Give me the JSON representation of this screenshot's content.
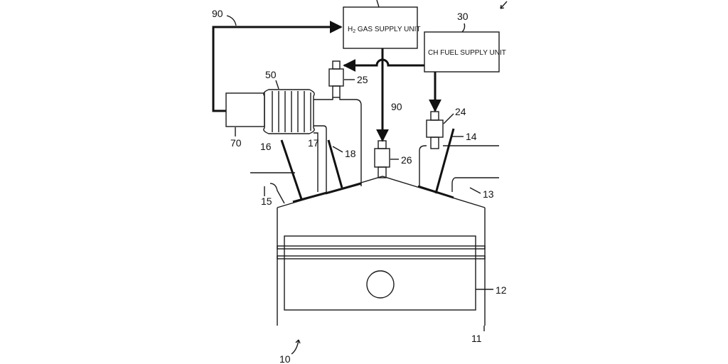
{
  "units": {
    "h2_supply_prefix": "H",
    "h2_supply_sub": "2",
    "h2_supply_rest": " GAS SUPPLY UNIT",
    "ch_fuel_supply": "CH FUEL SUPPLY UNIT"
  },
  "refs": {
    "engine": "10",
    "cylinder": "11",
    "piston": "12",
    "port_13": "13",
    "port_14": "14",
    "port_15": "15",
    "valve_16": "16",
    "pipe_17": "17",
    "valve_18": "18",
    "injector_24": "24",
    "injector_25": "25",
    "injector_26": "26",
    "ch_unit": "30",
    "catalyst": "50",
    "reformer": "70",
    "line_top": "90",
    "line_mid": "90"
  }
}
